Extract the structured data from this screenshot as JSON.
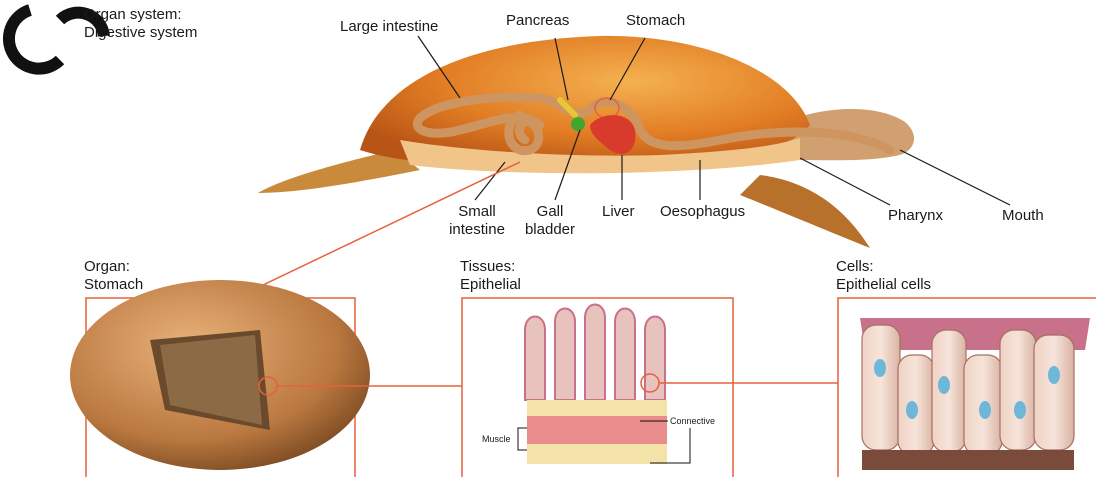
{
  "organ_system": {
    "line1": "Organ system:",
    "line2": "Digestive system"
  },
  "top_labels": {
    "large_intestine": "Large intestine",
    "pancreas": "Pancreas",
    "stomach": "Stomach"
  },
  "bottom_labels": {
    "small_intestine": [
      "Small",
      "intestine"
    ],
    "gall_bladder": [
      "Gall",
      "bladder"
    ],
    "liver": "Liver",
    "oesophagus": "Oesophagus",
    "pharynx": "Pharynx",
    "mouth": "Mouth"
  },
  "panels": {
    "organ": {
      "line1": "Organ:",
      "line2": "Stomach"
    },
    "tissues": {
      "line1": "Tissues:",
      "line2": "Epithelial"
    },
    "cells": {
      "line1": "Cells:",
      "line2": "Epithelial cells"
    }
  },
  "tissue_callouts": {
    "connective": "Connective",
    "muscle": "Muscle"
  },
  "colors": {
    "accent": "#e8603c",
    "shell": "#e9892e",
    "gut": "#d9a370",
    "liver": "#d83a2c"
  }
}
